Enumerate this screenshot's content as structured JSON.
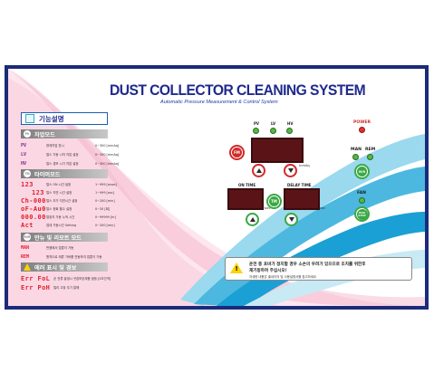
{
  "header": {
    "title": "DUST COLLECTOR CLEANING SYSTEM",
    "subtitle": "Automatic Pressure Measurement & Control System"
  },
  "functions": {
    "box_title": "기능설명",
    "sections": {
      "pressure": {
        "badge": "PV",
        "title": "차압모드"
      },
      "timer": {
        "badge": "TM",
        "title": "타이머모드"
      },
      "manual": {
        "badge": "M/R",
        "title": "만뉴 및 리모트 모드"
      },
      "error": {
        "title": "에러 표시 및 경보"
      }
    },
    "pressure_rows": [
      {
        "code": "PV",
        "desc": "현재차압 표시",
        "range": "0~300 [mmAq]"
      },
      {
        "code": "LV",
        "desc": "털스 가동 시작 차압 설정",
        "range": "0~300 [mmAq]"
      },
      {
        "code": "HV",
        "desc": "털스 경보 시기 차압 설정",
        "range": "0~300 [mmAq]"
      }
    ],
    "timer_rows": [
      {
        "code": "123",
        "desc": "털스 ON 시간 설정",
        "range": "1~999 [msec]"
      },
      {
        "code": "123",
        "desc": "털스 지연 시간 설정",
        "range": "1~999 [sec]"
      },
      {
        "code": "Ch-000",
        "desc": "털스 추가 지연시간 설정",
        "range": "0~200 [min]"
      },
      {
        "code": "oF-Au0",
        "desc": "털스 정회 할수 설정",
        "range": "0~30 [회]"
      },
      {
        "code": "000.00",
        "desc": "털정지 가동 누적 시간",
        "range": "0~99999 [hr]"
      },
      {
        "code": "Act",
        "desc": "업데 가동시간 Setting",
        "range": "0~200 [min]"
      }
    ],
    "manual_rows": [
      {
        "code": "MAN",
        "desc": "판쳅에서 접뿐이 가동"
      },
      {
        "code": "REM",
        "desc": "원격으로 제류 가바를 연동하여 접뿐이 가동"
      }
    ],
    "error_rows": [
      {
        "code": "Err FoL",
        "desc": "곧 전류 발생시 곳잡보호제품 점등 [5초간격]"
      },
      {
        "code": "Err PoH",
        "desc": "털리 고장 우기 알해"
      }
    ]
  },
  "controls": {
    "pv_label": "PV",
    "lv_label": "LV",
    "hv_label": "HV",
    "power_label": "POWER",
    "man_label": "MAN",
    "rem_label": "REM",
    "fan_label": "FAN",
    "mmaq_unit": "mmAq",
    "msec_unit": "msec",
    "sec_unit": "sec",
    "fm_button": "FM",
    "tm_button": "TM",
    "mr_button": "M/R",
    "run_button": "RUN\nSTOP",
    "on_time_label": "ON TIME",
    "delay_time_label": "DELAY TIME"
  },
  "caution": {
    "line1": "운전 중 포바가 정지할 경우 소손의 우려가 있으므로 조치를 위한후",
    "line2": "재기동하여 주십시오!",
    "line3": "자세한 내용은 출네이의 및 사용설명서를 참고하세요"
  },
  "colors": {
    "panel_border": "#1a2b7a",
    "title": "#1f2a8c",
    "display": "#5a1418",
    "accent_red": "#d22a2a",
    "accent_green": "#3aa845"
  }
}
